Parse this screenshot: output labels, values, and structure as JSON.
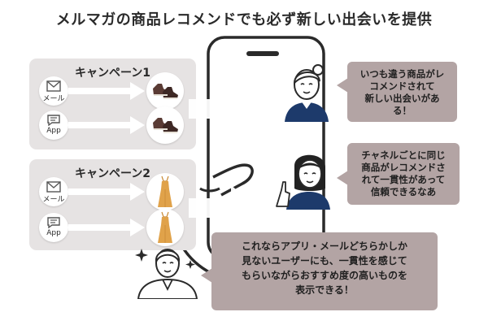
{
  "title": "メルマガの商品レコメンドでも必ず新しい出会いを提供",
  "campaigns": [
    {
      "label": "キャンペーン1",
      "channels": [
        {
          "icon": "mail-icon",
          "label": "メール"
        },
        {
          "icon": "app-icon",
          "label": "App"
        }
      ],
      "product": "shoes"
    },
    {
      "label": "キャンペーン2",
      "channels": [
        {
          "icon": "mail-icon",
          "label": "メール"
        },
        {
          "icon": "app-icon",
          "label": "App"
        }
      ],
      "product": "dress"
    }
  ],
  "bubbles": {
    "top": [
      "いつも違う商品がレ",
      "コメンドされて",
      "新しい出会いがあ",
      "る！"
    ],
    "middle": [
      "チャネルごとに同じ",
      "商品がレコメンドさ",
      "れて一貫性があって",
      "信頼できるなあ"
    ],
    "bottom": [
      "これならアプリ・メールどちらかしか",
      "見ないユーザーにも、一貫性を感じて",
      "もらいながらおすすめ度の高いものを",
      "表示できる！"
    ]
  },
  "colors": {
    "panel": "#e6e3e3",
    "bubble": "#b3a4a4",
    "navy": "#1d3a6b",
    "dress": "#e0a24a",
    "shoe": "#5a3b34"
  }
}
